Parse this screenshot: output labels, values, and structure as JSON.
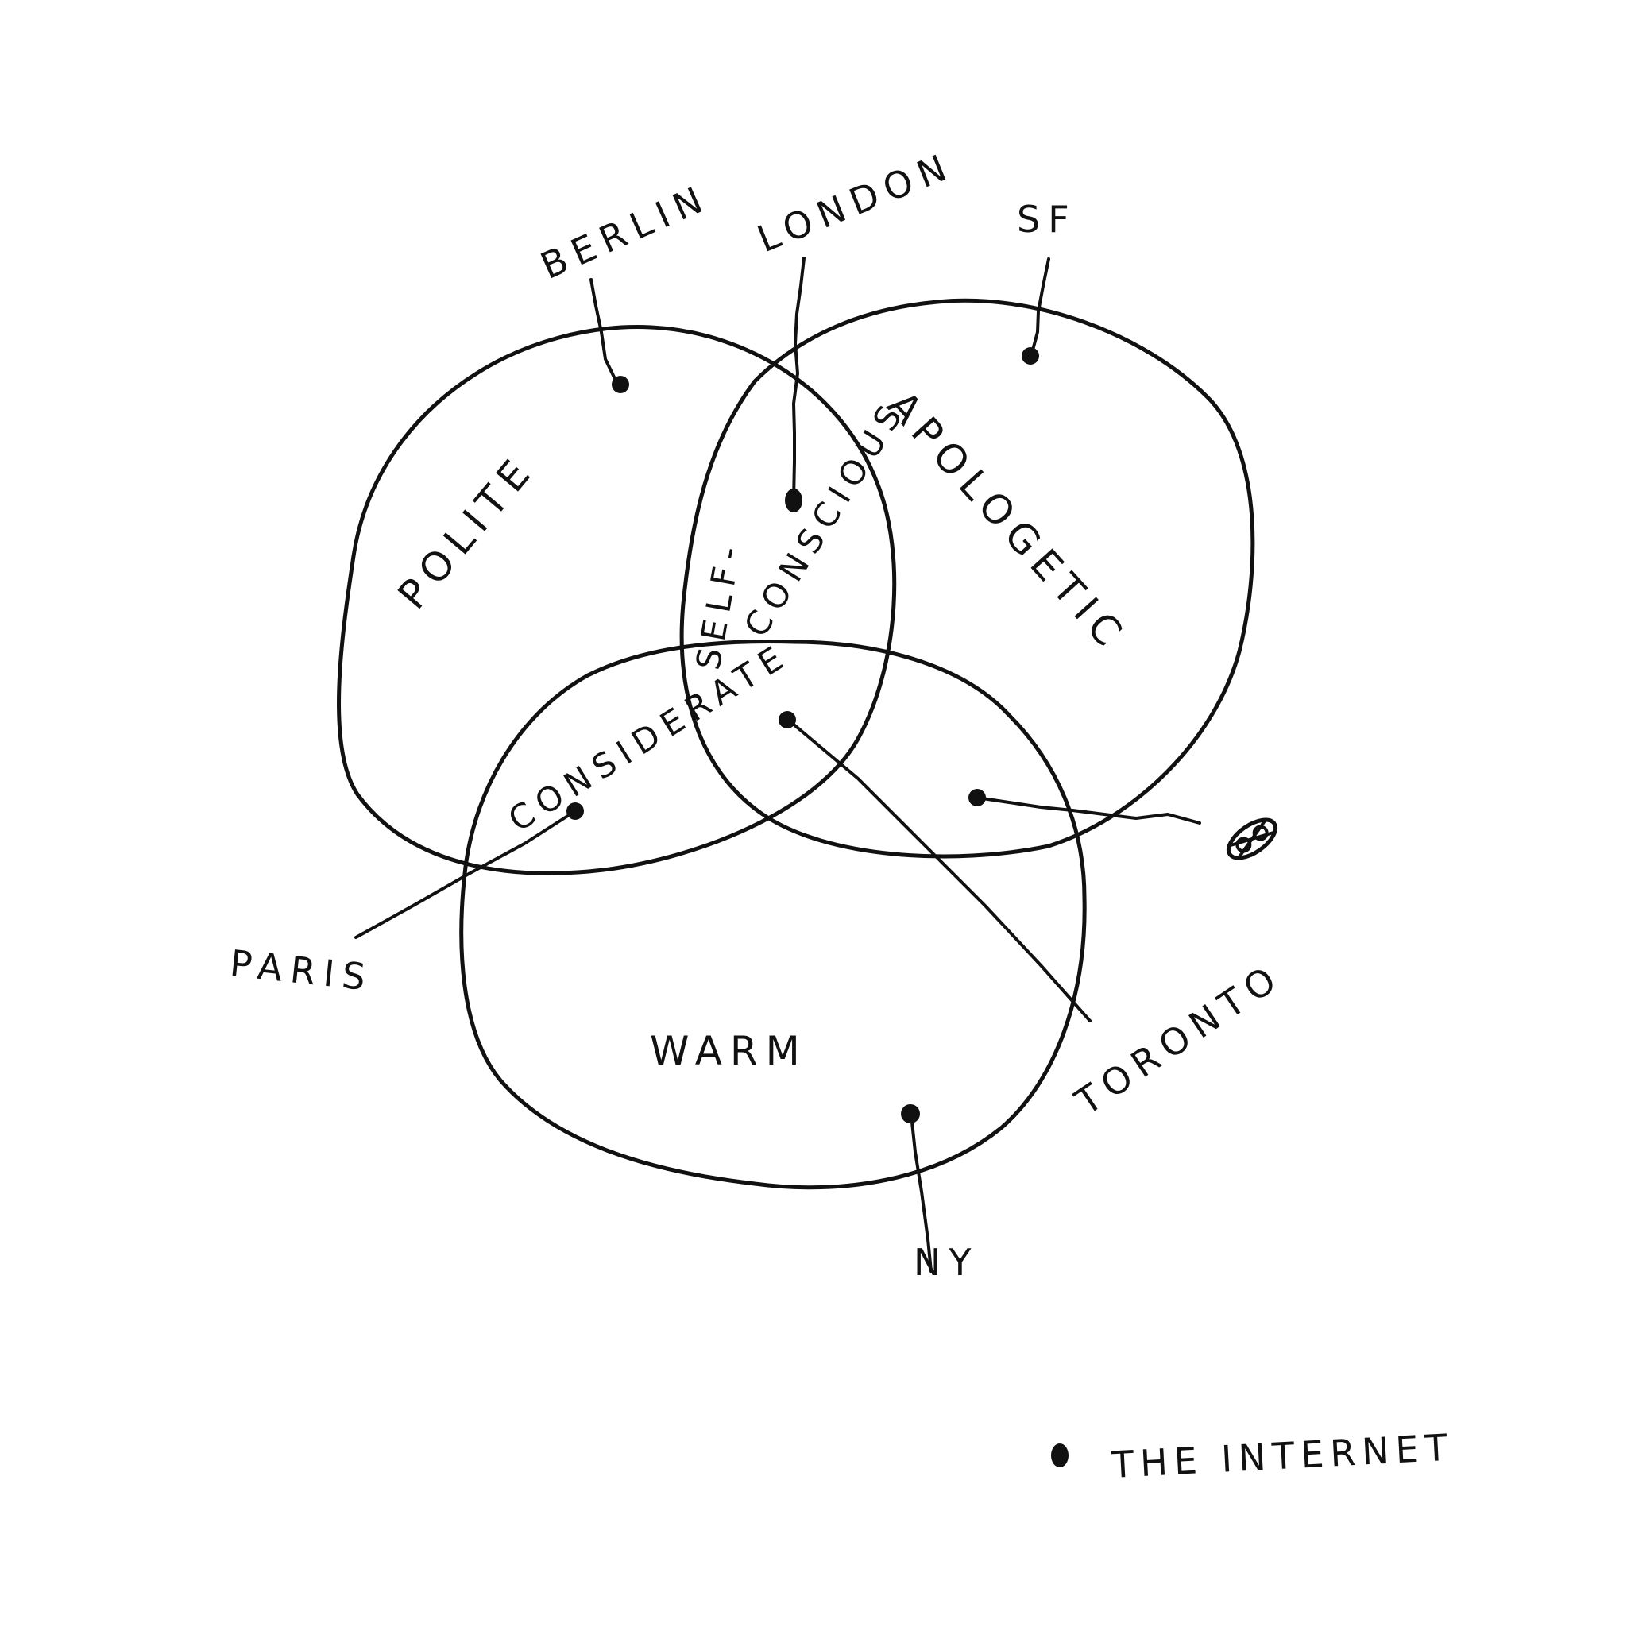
{
  "circles": {
    "polite": "POLITE",
    "apologetic": "APOLOGETIC",
    "warm": "WARM"
  },
  "intersections": {
    "self_conscious_line1": "SELF-",
    "self_conscious_line2": "CONSCIOUS",
    "considerate": "CONSIDERATE"
  },
  "cities": {
    "berlin": "BERLIN",
    "london": "LONDON",
    "sf": "SF",
    "paris": "PARIS",
    "toronto": "TORONTO",
    "ny": "NY"
  },
  "legend": {
    "label": "THE INTERNET",
    "marker_icon": "dot-icon"
  },
  "icons": {
    "internet_scribble": "scribble-icon"
  },
  "colors": {
    "ink": "#111111",
    "paper": "#ffffff"
  }
}
